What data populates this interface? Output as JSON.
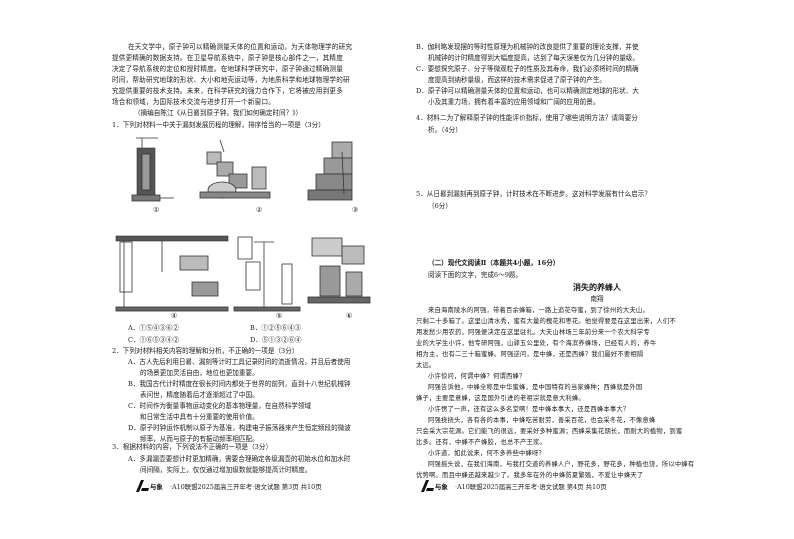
{
  "left_page": {
    "passage_lines": [
      "在天文学中，原子钟可以精确测量天体的位置和运动，为天体物理学的研究",
      "提供更精确的数据支持。在卫星导航系统中，原子钟是核心部件之一，其精度",
      "决定了导航系统的定位和授时精度。在地球科学研究中，原子钟通过精确测量",
      "时间，帮助研究地球的形状、大小和地壳运动等，为地质科学和地球物理学的研",
      "究提供重要的技术支持。未来，在科学研究的强力合作下，它将被应用到更多",
      "场合和领域，为国际技术交流与进步打开一个新窗口。"
    ],
    "source": "（摘编自陈江《从日晷到原子钟，我们如何确定时间？》）",
    "q1_stem": "1．下列对材料一中关于漏刻发展历程的理解，排序恰当的一项是（3分）",
    "fig_labels": [
      "①",
      "②",
      "③",
      "④",
      "⑤",
      "⑥"
    ],
    "q1_options": [
      "A．①⑤④③⑥②",
      "B．①②⑤⑥④③",
      "C．①⑥⑤③④②",
      "D．⑤①③②⑥④"
    ],
    "q2_stem": "2．下列对材料相关内容的理解和分析，不正确的一项是（3分）",
    "q2_options": [
      [
        "A．古人先后利用日晷、漏刻等计时工具记录时间的流逝情况，并且后者使用",
        "的场景更加灵活自由，地位也更加重要。"
      ],
      [
        "B．我国古代计时精度在很长时间内都处于世界的前列，直到十八世纪机械钟",
        "表问世，精度随着后才逐渐超过了中国。"
      ],
      [
        "C．时间作为衡量事物运动变化的基本物理量，在自然科学领域",
        "和日常生活中具有十分重要的使用价值。"
      ],
      [
        "D．原子时钟运作机制以原子为基准，构建电子振荡器来产生恒定频段的微波",
        "频率，从而与原子的有振动频率相匹配。"
      ]
    ],
    "q3_stem": "3．根据材料的内容，下列说法不正确的一项是（3分）",
    "q3_option_a": [
      "A．多漏漏壶要想计时更加精确，需要合理确定各级漏壶的初始水位和加水时",
      "间间隔，实际上，仅仅通过增加级数就能够提高计时精度。"
    ],
    "footer": "·A10联盟2025届高三开年考·语文试题 第3页 共10页"
  },
  "right_page": {
    "q3_rest": [
      [
        "B．伽利略发现摆的等时性原理为机械钟的改良提供了重要的理论支撑，并使",
        "机械钟的计时精度得到大幅度提高，达到了每天误差仅为几分钟的量级。"
      ],
      [
        "C．要想探究原子、分子等微观粒子的性质及其寿命，我们必须将时间的精确",
        "度提高到纳秒量级，而这样的技术需求促进了原子钟的产生。"
      ],
      [
        "D．原子钟可以精确测量天体的位置和运动，也可以精确测定地球的形状、大",
        "小及其重力场，拥有着丰富的应用领域和广阔的应用前景。"
      ]
    ],
    "q4": [
      "4．材料二为了解释原子钟的性能评价指标，使用了哪些说明方法？请简要分",
      "析。（4分）"
    ],
    "q5": [
      "5．从日晷到漏刻再到原子钟，计时技术在不断进步。这对科学发展有什么启示？",
      "（6分）"
    ],
    "section": "（二）现代文阅读Ⅱ（本题共4小题，16分）",
    "instruction": "阅读下面的文字，完成6～9题。",
    "story_title": "消失的养蜂人",
    "author": "南翔",
    "story_lines": [
      "来自海南陵水的阿强，带着百余蜂箱，一路上追花夺蜜，到了徐州的大夫山，",
      "只剩二十多箱了。这里山清水秀，蜜有大量的槐花和枣花。他觉得要是在这里出来，人们不",
      "用发愁少用农药，阿强便决定在这里驻扎。大夫山林场三年前分来一个农大科学专",
      "业的大学生小许，他专研阿强，山驿五公里处，有个海滨养蜂场，已经有人的，养牛",
      "相为主，也有二三十箱蜜蜂。阿强逆问，是中蜂，还是西蜂？我们最好不要相隔",
      "太远。",
      "小许惊问，何谓中蜂？何谓西蜂？",
      "阿强告诉他，中蜂全称是中华蜜蜂，是中国特有的当家蜂种；西蜂就是外国",
      "蜂子，主要是意蜂，这是国外引进的老祖宗就是意大利蜂。",
      "小许愣了一声，还有这么多名堂啊！是中蜂本事大，还是西蜂本事大？",
      "阿强挠挠头，各有各的本事，中蜂吃苦耐劳，善采百花，也会采冬花，不像意蜂",
      "只会采大宗花源。它们能飞的很远，要采好多种蜜源；西蜂采集花期长，而耐大的植物，到蜜",
      "比多。还有，中蜂不产蜂胶，也总不产王浆。",
      "小许道，如此说来，何不多养些中蜂呀？",
      "阿强摇头说，在我们海南，与我打交道的养蜂人户，野花多，野花多，种植也饶，所以中蜂有",
      "优势啊。而且中蜂还越来越少了。我多年在外的中蜂防夏繁殖，不爱让中蜂天了"
    ],
    "footer": "·A10联盟2025届高三开年考·语文试题 第4页 共10页"
  },
  "logo_text": "与象"
}
